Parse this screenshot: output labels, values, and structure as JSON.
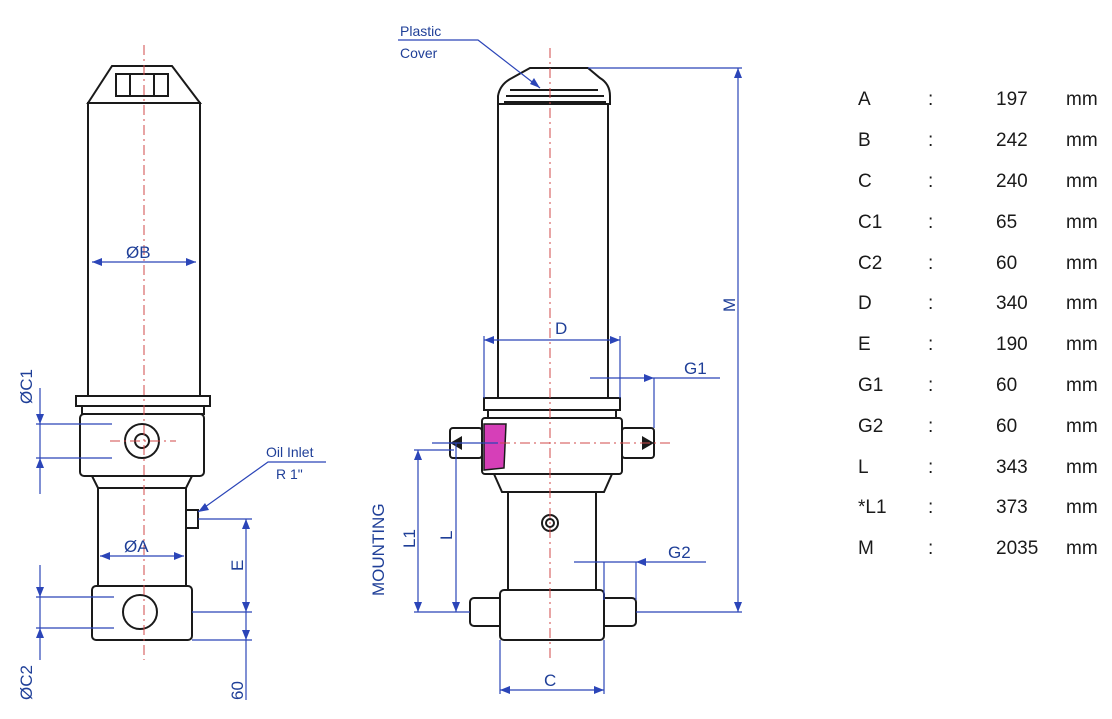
{
  "labels": {
    "dia_b": "ØB",
    "dia_a": "ØA",
    "dia_c1": "ØC1",
    "dia_c2": "ØC2",
    "e": "E",
    "sixty": "60",
    "oil_inlet_1": "Oil Inlet",
    "oil_inlet_2": "R 1\"",
    "plastic_1": "Plastic",
    "plastic_2": "Cover",
    "d": "D",
    "g1": "G1",
    "g2": "G2",
    "m": "M",
    "l": "L",
    "l1": "L1",
    "mounting": "MOUNTING",
    "c": "C"
  },
  "specs": [
    {
      "key": "A",
      "sep": ":",
      "value": "197",
      "unit": "mm"
    },
    {
      "key": "B",
      "sep": ":",
      "value": "242",
      "unit": "mm"
    },
    {
      "key": "C",
      "sep": ":",
      "value": "240",
      "unit": "mm"
    },
    {
      "key": "C1",
      "sep": ":",
      "value": "65",
      "unit": "mm"
    },
    {
      "key": "C2",
      "sep": ":",
      "value": "60",
      "unit": "mm"
    },
    {
      "key": "D",
      "sep": ":",
      "value": "340",
      "unit": "mm"
    },
    {
      "key": "E",
      "sep": ":",
      "value": "190",
      "unit": "mm"
    },
    {
      "key": "G1",
      "sep": ":",
      "value": "60",
      "unit": "mm"
    },
    {
      "key": "G2",
      "sep": ":",
      "value": "60",
      "unit": "mm"
    },
    {
      "key": "L",
      "sep": ":",
      "value": "343",
      "unit": "mm"
    },
    {
      "key": "*L1",
      "sep": ":",
      "value": "373",
      "unit": "mm"
    },
    {
      "key": "M",
      "sep": ":",
      "value": "2035",
      "unit": "mm"
    }
  ],
  "colors": {
    "outline": "#1a1a1a",
    "dimension": "#2b45b8",
    "centerline": "#d04a4a",
    "highlight": "#d63fb8"
  }
}
